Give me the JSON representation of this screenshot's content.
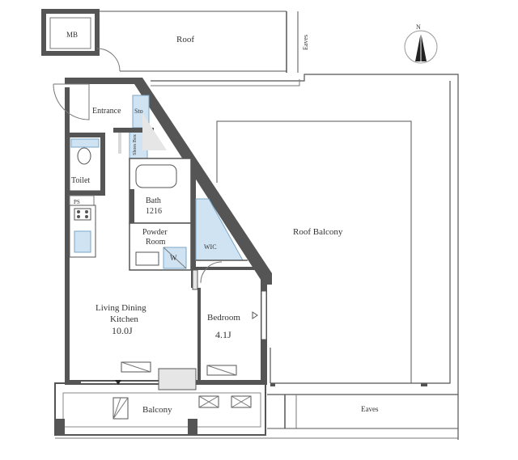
{
  "labels": {
    "mb": "MB",
    "roof": "Roof",
    "eaves_top": "Eaves",
    "north": "N",
    "entrance": "Entrance",
    "sto": "Sto",
    "shoes_box": "Shoes Box",
    "toilet": "Toilet",
    "ps": "PS",
    "bath": "Bath",
    "bath_size": "1216",
    "powder_room_1": "Powder",
    "powder_room_2": "Room",
    "w": "W",
    "wic": "WIC",
    "roof_balcony": "Roof Balcony",
    "ldk_1": "Living  Dining",
    "ldk_2": "Kitchen",
    "ldk_size": "10.0J",
    "bedroom": "Bedroom",
    "bedroom_size": "4.1J",
    "balcony": "Balcony",
    "eaves_bottom": "Eaves"
  },
  "colors": {
    "wall": "#555555",
    "wet_area": "#cfe3f3",
    "background": "#ffffff"
  }
}
